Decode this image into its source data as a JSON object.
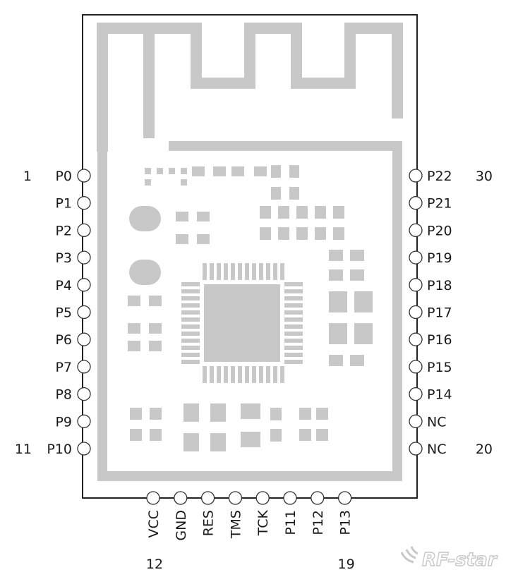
{
  "module": {
    "left_pins": [
      {
        "label": "P0",
        "number": "1"
      },
      {
        "label": "P1",
        "number": ""
      },
      {
        "label": "P2",
        "number": ""
      },
      {
        "label": "P3",
        "number": ""
      },
      {
        "label": "P4",
        "number": ""
      },
      {
        "label": "P5",
        "number": ""
      },
      {
        "label": "P6",
        "number": ""
      },
      {
        "label": "P7",
        "number": ""
      },
      {
        "label": "P8",
        "number": ""
      },
      {
        "label": "P9",
        "number": ""
      },
      {
        "label": "P10",
        "number": "11"
      }
    ],
    "bottom_pins": [
      {
        "label": "VCC",
        "number": "12"
      },
      {
        "label": "GND",
        "number": ""
      },
      {
        "label": "RES",
        "number": ""
      },
      {
        "label": "TMS",
        "number": ""
      },
      {
        "label": "TCK",
        "number": ""
      },
      {
        "label": "P11",
        "number": ""
      },
      {
        "label": "P12",
        "number": ""
      },
      {
        "label": "P13",
        "number": "19"
      }
    ],
    "right_pins": [
      {
        "label": "NC",
        "number": "20"
      },
      {
        "label": "NC",
        "number": ""
      },
      {
        "label": "P14",
        "number": ""
      },
      {
        "label": "P15",
        "number": ""
      },
      {
        "label": "P16",
        "number": ""
      },
      {
        "label": "P17",
        "number": ""
      },
      {
        "label": "P18",
        "number": ""
      },
      {
        "label": "P19",
        "number": ""
      },
      {
        "label": "P20",
        "number": ""
      },
      {
        "label": "P21",
        "number": ""
      },
      {
        "label": "P22",
        "number": "30"
      }
    ]
  },
  "logo": {
    "text": "RF-star",
    "icon": "rf-star-wave-icon"
  },
  "colors": {
    "outline": "#222222",
    "copper": "#c8c8c8",
    "text": "#1a1a1a"
  }
}
